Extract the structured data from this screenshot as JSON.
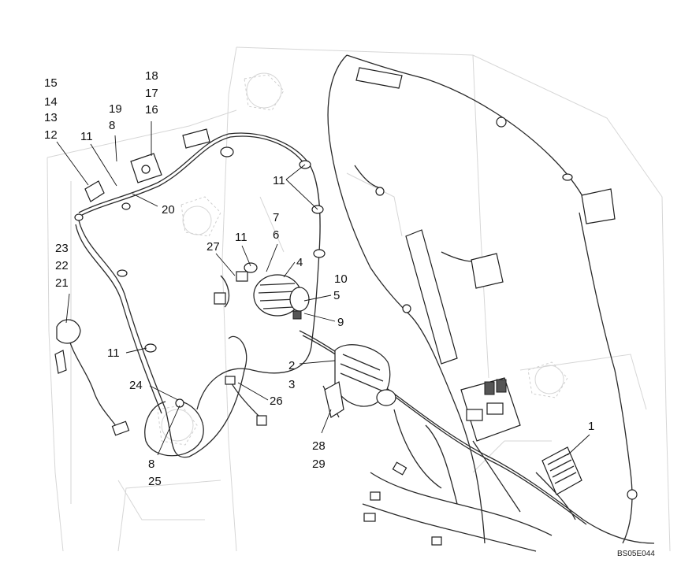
{
  "callouts": {
    "c1": "1",
    "c2": "2",
    "c3": "3",
    "c4": "4",
    "c5": "5",
    "c6": "6",
    "c7": "7",
    "c8a": "8",
    "c8b": "8",
    "c9": "9",
    "c10": "10",
    "c11a": "11",
    "c11b": "11",
    "c11c": "11",
    "c11d": "11",
    "c12": "12",
    "c13": "13",
    "c14": "14",
    "c15": "15",
    "c16": "16",
    "c17": "17",
    "c18": "18",
    "c19": "19",
    "c20": "20",
    "c21": "21",
    "c22": "22",
    "c23": "23",
    "c24": "24",
    "c25": "25",
    "c26": "26",
    "c27": "27",
    "c28": "28",
    "c29": "29"
  },
  "reference_code": "BS05E044"
}
